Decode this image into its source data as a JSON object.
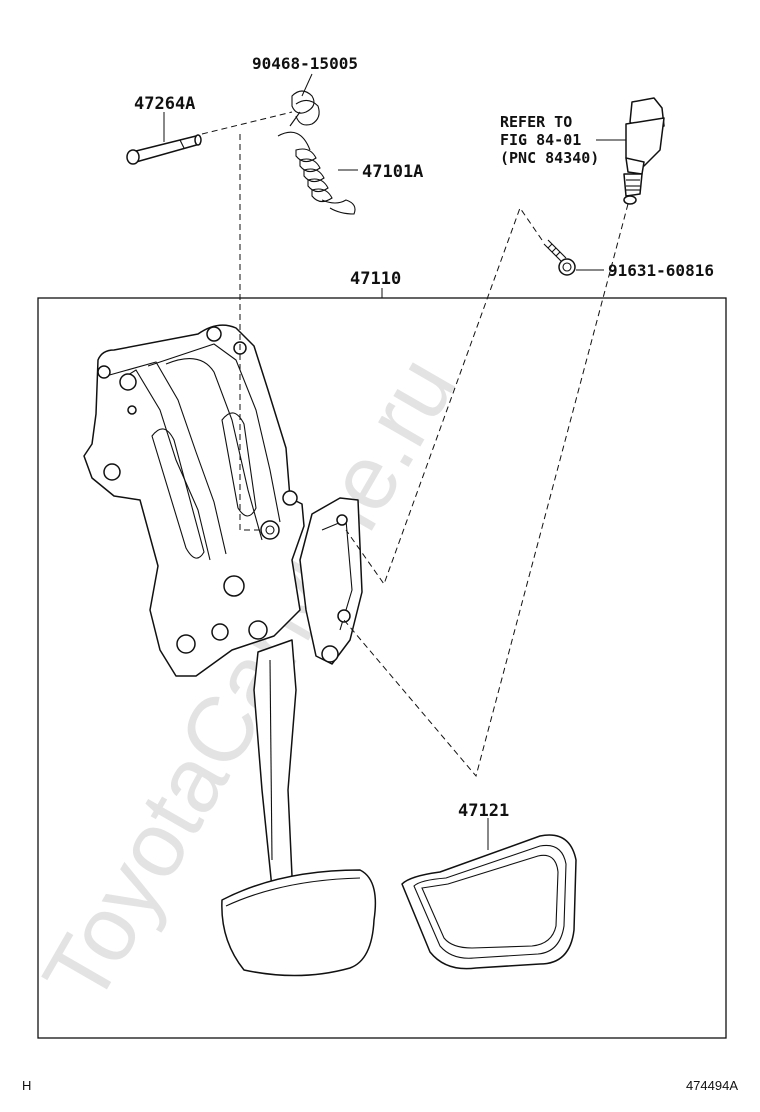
{
  "watermark": "ToyotaCarMine.ru",
  "labels": {
    "p90468": "90468-15005",
    "p47264a": "47264A",
    "p47101a": "47101A",
    "refer_line1": "REFER TO",
    "refer_line2": "FIG 84-01",
    "refer_line3": "(PNC 84340)",
    "p91631": "91631-60816",
    "p47110": "47110",
    "p47121": "47121"
  },
  "footer": {
    "left": "H",
    "right": "474494A"
  }
}
